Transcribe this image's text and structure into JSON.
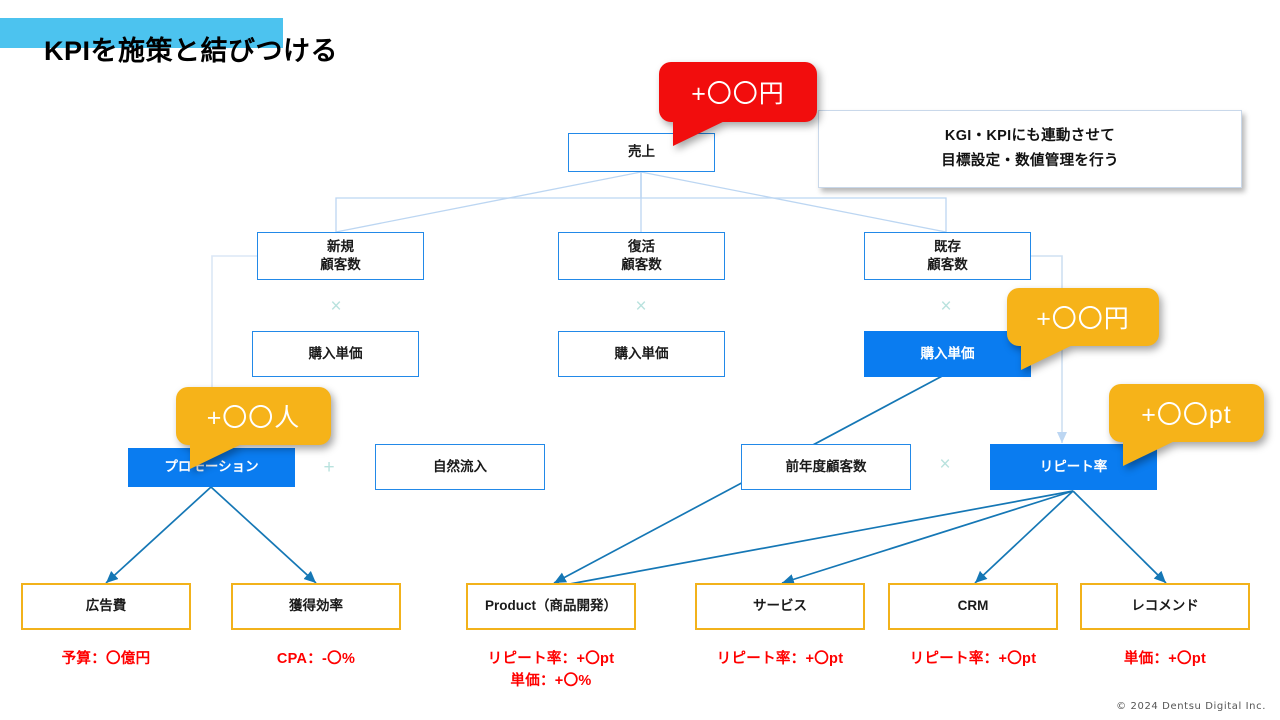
{
  "slide": {
    "title": "KPIを施策と結びつける",
    "highlight_color": "#4cc3ef",
    "footer": "© 2024 Dentsu Digital Inc."
  },
  "note": {
    "line1": "KGI・KPIにも連動させて",
    "line2": "目標設定・数値管理を行う"
  },
  "callouts": [
    {
      "id": "sales-callout",
      "label": "+〇〇円",
      "color": "#f20d0d"
    },
    {
      "id": "unit-price-callout",
      "label": "+〇〇円",
      "color": "#f6b319"
    },
    {
      "id": "promotion-callout",
      "label": "+〇〇人",
      "color": "#f6b319"
    },
    {
      "id": "repeat-rate-callout",
      "label": "+〇〇pt",
      "color": "#f6b319"
    }
  ],
  "nodes": {
    "sales": "売上",
    "new_customers": "新規\n顧客数",
    "new_customers_l1": "新規",
    "new_customers_l2": "顧客数",
    "revived_customers_l1": "復活",
    "revived_customers_l2": "顧客数",
    "existing_customers_l1": "既存",
    "existing_customers_l2": "顧客数",
    "unit_price_new": "購入単価",
    "unit_price_revived": "購入単価",
    "unit_price_existing": "購入単価",
    "promotion": "プロモーション",
    "organic_inflow": "自然流入",
    "prev_year_customers": "前年度顧客数",
    "repeat_rate": "リピート率"
  },
  "operators": {
    "multiply": "×",
    "plus": "+"
  },
  "measures": [
    {
      "id": "ad-cost",
      "label": "広告費",
      "kpi": [
        "予算：〇億円"
      ]
    },
    {
      "id": "cpa-eff",
      "label": "獲得効率",
      "kpi": [
        "CPA：-〇%"
      ]
    },
    {
      "id": "product",
      "label": "Product（商品開発）",
      "kpi": [
        "リピート率：+〇pt",
        "単価：+〇%"
      ]
    },
    {
      "id": "service",
      "label": "サービス",
      "kpi": [
        "リピート率：+〇pt"
      ]
    },
    {
      "id": "crm",
      "label": "CRM",
      "kpi": [
        "リピート率：+〇pt"
      ]
    },
    {
      "id": "recommend",
      "label": "レコメンド",
      "kpi": [
        "単価：+〇pt"
      ]
    }
  ],
  "colors": {
    "accent_blue": "#0a7cf0",
    "outline_blue": "#2289e8",
    "amber": "#f2b21b",
    "red": "#ff0000",
    "connector_light": "#c3dcf5",
    "connector_teal": "#1577b5"
  }
}
